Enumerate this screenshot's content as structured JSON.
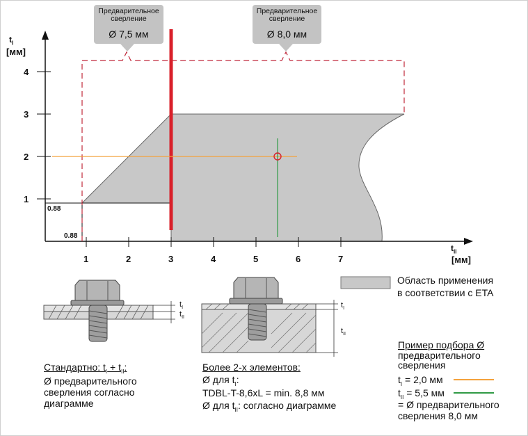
{
  "bubbles": [
    {
      "title": "Предварительное сверление",
      "diameter": "Ø 7,5 мм"
    },
    {
      "title": "Предварительное сверление",
      "diameter": "Ø 8,0 мм"
    }
  ],
  "y_axis": {
    "label": "t",
    "sub": "I",
    "unit": "[мм]",
    "ticks": [
      "1",
      "2",
      "3",
      "4"
    ],
    "min_label": "0.88"
  },
  "x_axis": {
    "label": "t",
    "sub": "II",
    "unit": "[мм]",
    "ticks": [
      "1",
      "2",
      "3",
      "4",
      "5",
      "6",
      "7"
    ],
    "min_label": "0.88"
  },
  "legend": {
    "area_label_1": "Область применения",
    "area_label_2": "в соответствии с ETA"
  },
  "standard": {
    "title": "Стандартно: t",
    "sub1": "I",
    "plus": " + t",
    "sub2": "II",
    "colon": ":",
    "line1": "Ø предварительного",
    "line2": "сверления согласно",
    "line3": "диаграмме"
  },
  "more": {
    "title": "Более 2-х элементов:",
    "line1_a": "Ø для t",
    "line1_sub": "I",
    "line1_b": ":",
    "line2": "TDBL-T-8,6xL = min. 8,8 мм",
    "line3_a": "Ø для t",
    "line3_sub": "II",
    "line3_b": ": согласно диаграмме"
  },
  "example": {
    "title": "Пример подбора Ø",
    "line1": "предварительного",
    "line2": "сверления",
    "t1_a": "t",
    "t1_sub": "I",
    "t1_b": " = 2,0 мм",
    "t2_a": "t",
    "t2_sub": "II",
    "t2_b": " = 5,5 мм",
    "result1": "= Ø предварительного",
    "result2": "сверления 8,0 мм"
  },
  "screw_labels": {
    "tI": "t",
    "tI_sub": "I",
    "tII": "t",
    "tII_sub": "II"
  },
  "colors": {
    "area": "#c8c8c8",
    "red": "#d9202a",
    "orange": "#f4a23c",
    "green": "#2f9a45",
    "bubble": "#c3c3c3"
  }
}
